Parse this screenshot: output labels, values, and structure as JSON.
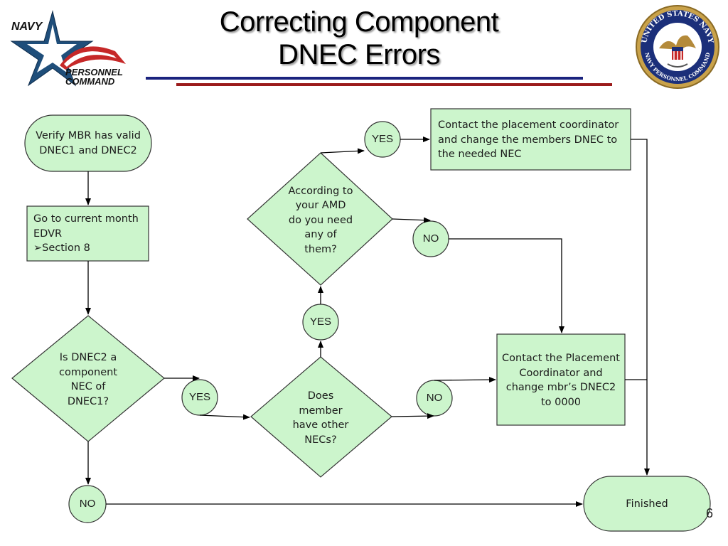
{
  "slide": {
    "title_line1": "Correcting Component",
    "title_line2": "DNEC Errors",
    "page_number": "6"
  },
  "logo": {
    "navy": "NAVY",
    "personnel": "PERSONNEL",
    "command": "COMMAND"
  },
  "seal": {
    "top_text": "UNITED STATES NAVY",
    "bottom_text": "NAVY PERSONNEL COMMAND"
  },
  "colors": {
    "node_fill": "#ccf5cc",
    "node_stroke": "#333333",
    "rule_blue": "#1a237e",
    "rule_red": "#9b1b1b"
  },
  "nodes": {
    "start": "Verify MBR has valid DNEC1 and DNEC2",
    "edvr_line1": "Go to current month",
    "edvr_line2": "EDVR",
    "edvr_bullet": "➢Section 8",
    "decision1": "Is DNEC2 a component NEC of DNEC1?",
    "decision2": "Does member have other NECs?",
    "decision3": "According to your AMD do you need any of them?",
    "contact_needed": "Contact the placement coordinator and change the members DNEC to the needed NEC",
    "contact_zero": "Contact the Placement Coordinator and change mbr’s DNEC2 to 0000",
    "finished": "Finished",
    "yes1": "YES",
    "yes2": "YES",
    "yes3": "YES",
    "no1": "NO",
    "no2": "NO",
    "no3": "NO"
  }
}
